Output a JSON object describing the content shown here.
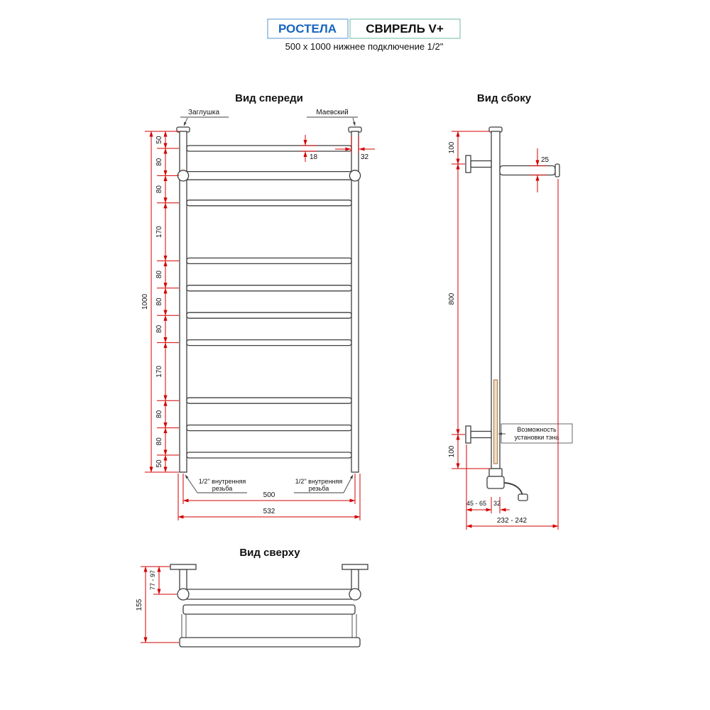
{
  "header": {
    "brand": "РОСТЕЛА",
    "model": "СВИРЕЛЬ V+",
    "subtitle": "500 x 1000 нижнее подключение 1/2\""
  },
  "colors": {
    "dimension": "#d40000",
    "outline": "#3f3f3f",
    "brand-text": "#1565c0",
    "brand-border": "#8fb8e0",
    "model-border": "#9ed0c4",
    "ten-tube": "#b5835a"
  },
  "front_view": {
    "title": "Вид спереди",
    "plug_label": "Заглушка",
    "valve_label": "Маевский",
    "segment_dims": [
      "50",
      "80",
      "80",
      "170",
      "80",
      "80",
      "80",
      "170",
      "80",
      "80",
      "50"
    ],
    "total_height": "1000",
    "rung_diameter": "18",
    "collector_diameter": "32",
    "axis_width": "500",
    "overall_width": "532",
    "thread_label_line1": "1/2'' внутренняя",
    "thread_label_line2": "резьба"
  },
  "side_view": {
    "title": "Вид сбоку",
    "top_offset": "100",
    "bracket_span": "800",
    "bottom_offset": "100",
    "bar_diameter": "25",
    "ten_note_line1": "Возможность",
    "ten_note_line2": "установки тэна",
    "wall_to_post": "45 - 65",
    "post_diameter": "32",
    "overall_depth": "232 - 242"
  },
  "top_view": {
    "title": "Вид сверху",
    "wall_to_bar": "77 - 97",
    "overall_depth": "155"
  }
}
